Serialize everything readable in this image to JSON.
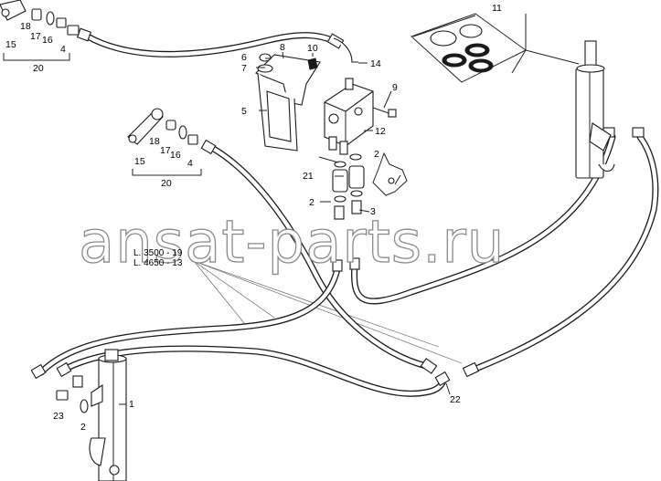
{
  "watermark": "ansat-parts.ru",
  "length_notes": [
    "L. 3500 - 19",
    "L. 4650 - 13"
  ],
  "callouts": [
    {
      "id": "c-15a",
      "text": "15"
    },
    {
      "id": "c-18a",
      "text": "18"
    },
    {
      "id": "c-17a",
      "text": "17"
    },
    {
      "id": "c-16a",
      "text": "16"
    },
    {
      "id": "c-4a",
      "text": "4"
    },
    {
      "id": "c-20a",
      "text": "20"
    },
    {
      "id": "c-6",
      "text": "6"
    },
    {
      "id": "c-7",
      "text": "7"
    },
    {
      "id": "c-8",
      "text": "8"
    },
    {
      "id": "c-10",
      "text": "10"
    },
    {
      "id": "c-14",
      "text": "14"
    },
    {
      "id": "c-11",
      "text": "11"
    },
    {
      "id": "c-5",
      "text": "5"
    },
    {
      "id": "c-9",
      "text": "9"
    },
    {
      "id": "c-12",
      "text": "12"
    },
    {
      "id": "c-2a",
      "text": "2"
    },
    {
      "id": "c-21",
      "text": "21"
    },
    {
      "id": "c-2b",
      "text": "2"
    },
    {
      "id": "c-3",
      "text": "3"
    },
    {
      "id": "c-18b",
      "text": "18"
    },
    {
      "id": "c-17b",
      "text": "17"
    },
    {
      "id": "c-16b",
      "text": "16"
    },
    {
      "id": "c-4b",
      "text": "4"
    },
    {
      "id": "c-15b",
      "text": "15"
    },
    {
      "id": "c-20b",
      "text": "20"
    },
    {
      "id": "c-1",
      "text": "1"
    },
    {
      "id": "c-23",
      "text": "23"
    },
    {
      "id": "c-2c",
      "text": "2"
    },
    {
      "id": "c-22",
      "text": "22"
    }
  ]
}
